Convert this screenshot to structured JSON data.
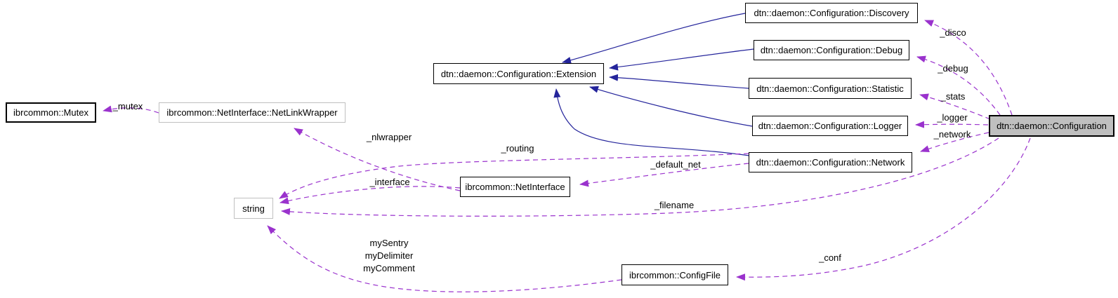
{
  "nodes": {
    "mutex": {
      "label": "ibrcommon::Mutex"
    },
    "netlinkwrapper": {
      "label": "ibrcommon::NetInterface::NetLinkWrapper"
    },
    "extension": {
      "label": "dtn::daemon::Configuration::Extension"
    },
    "discovery": {
      "label": "dtn::daemon::Configuration::Discovery"
    },
    "debug": {
      "label": "dtn::daemon::Configuration::Debug"
    },
    "statistic": {
      "label": "dtn::daemon::Configuration::Statistic"
    },
    "logger": {
      "label": "dtn::daemon::Configuration::Logger"
    },
    "network": {
      "label": "dtn::daemon::Configuration::Network"
    },
    "configuration": {
      "label": "dtn::daemon::Configuration"
    },
    "netinterface": {
      "label": "ibrcommon::NetInterface"
    },
    "string": {
      "label": "string"
    },
    "configfile": {
      "label": "ibrcommon::ConfigFile"
    }
  },
  "edge_labels": {
    "mutex": "_mutex",
    "nlwrapper": "_nlwrapper",
    "routing": "_routing",
    "interface": "_interface",
    "default_net": "_default_net",
    "filename": "_filename",
    "conf": "_conf",
    "disco": "_disco",
    "debug": "_debug",
    "stats": "_stats",
    "logger": "_logger",
    "network": "_network",
    "configfile_members": [
      "mySentry",
      "myDelimiter",
      "myComment"
    ]
  },
  "colors": {
    "arrow_inherit": "#24249b",
    "arrow_usage": "#9a32cd",
    "border_default": "#000000",
    "border_external": "#c0c0c0",
    "fill_selected": "#bfbfbf",
    "text": "#000000",
    "background": "#ffffff"
  }
}
